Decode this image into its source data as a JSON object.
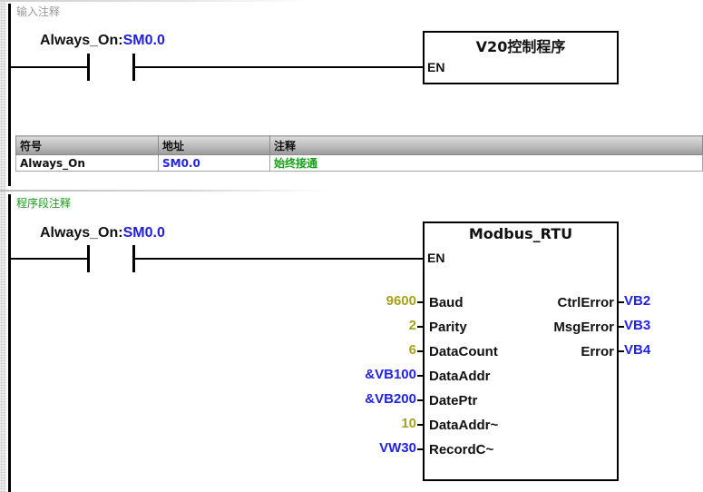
{
  "networks": [
    {
      "comment": "输入注释",
      "contact": {
        "symbol": "Always_On",
        "address": "SM0.0"
      },
      "box": {
        "title": "V20控制程序",
        "en_label": "EN"
      },
      "symbol_table": {
        "headers": [
          "符号",
          "地址",
          "注释"
        ],
        "rows": [
          {
            "symbol": "Always_On",
            "address": "SM0.0",
            "comment": "始终接通"
          }
        ]
      }
    },
    {
      "comment": "程序段注释",
      "contact": {
        "symbol": "Always_On",
        "address": "SM0.0"
      },
      "box": {
        "title": "Modbus_RTU",
        "en_label": "EN",
        "inputs": [
          {
            "pin": "Baud",
            "operand": "9600",
            "type": "const"
          },
          {
            "pin": "Parity",
            "operand": "2",
            "type": "const"
          },
          {
            "pin": "DataCount",
            "operand": "6",
            "type": "const"
          },
          {
            "pin": "DataAddr",
            "operand": "&VB100",
            "type": "addr"
          },
          {
            "pin": "DatePtr",
            "operand": "&VB200",
            "type": "addr"
          },
          {
            "pin": "DataAddr~",
            "operand": "10",
            "type": "const"
          },
          {
            "pin": "RecordC~",
            "operand": "VW30",
            "type": "addr"
          }
        ],
        "outputs": [
          {
            "pin": "CtrlError",
            "operand": "VB2"
          },
          {
            "pin": "MsgError",
            "operand": "VB3"
          },
          {
            "pin": "Error",
            "operand": "VB4"
          }
        ]
      }
    }
  ],
  "colors": {
    "address": "#2323e6",
    "constant": "#a6a21e",
    "comment_green": "#17a017",
    "comment_gray": "#9a9a9a"
  }
}
